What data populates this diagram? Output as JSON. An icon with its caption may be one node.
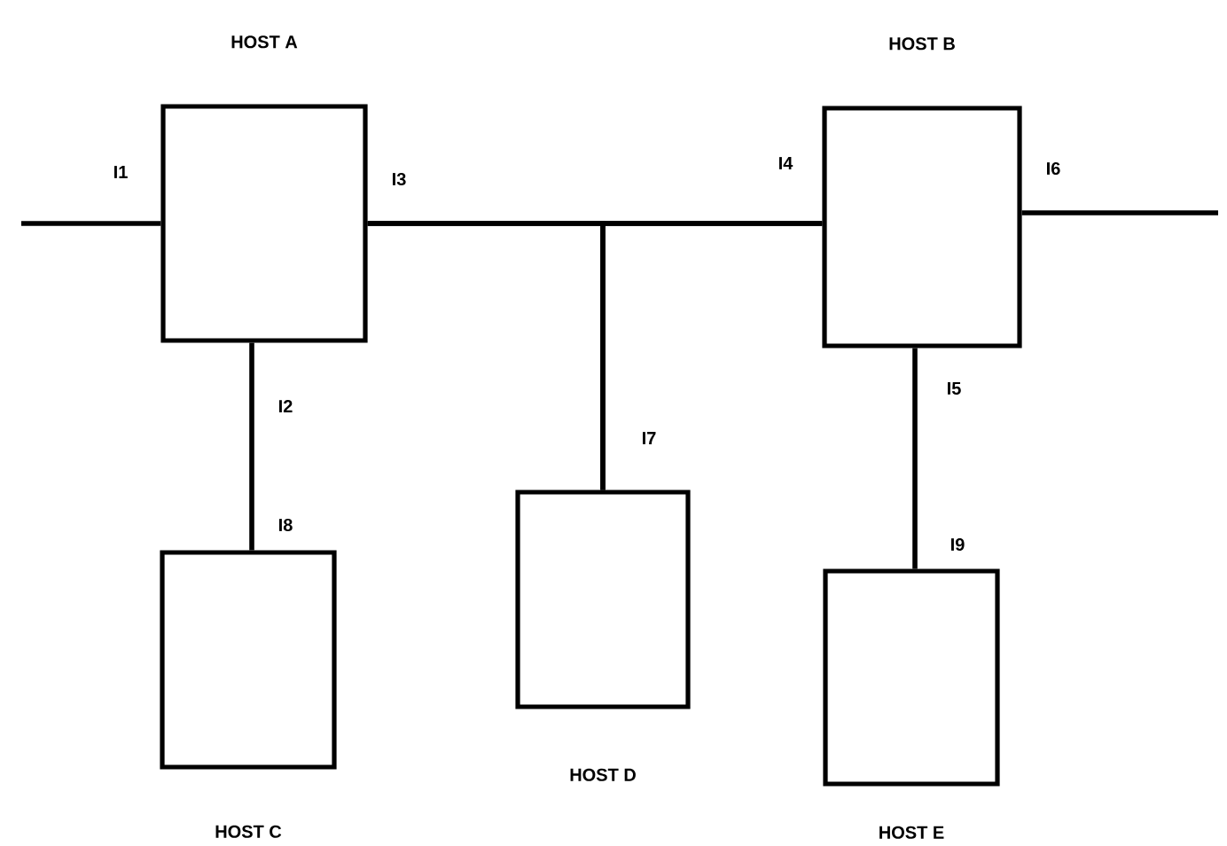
{
  "diagram": {
    "nodes": [
      {
        "text": [
          "HOST A"
        ]
      },
      {
        "text": [
          "HOST B"
        ]
      },
      {
        "text": [
          "HOST C"
        ]
      },
      {
        "text": [
          "HOST D"
        ]
      },
      {
        "text": [
          "HOST E"
        ]
      }
    ],
    "edges": [
      {
        "from": null,
        "to": 0,
        "arrow": "none"
      },
      {
        "from": 0,
        "to": 1,
        "arrow": "none"
      },
      {
        "from": 0,
        "to": 3,
        "arrow": "none"
      },
      {
        "from": 1,
        "to": 3,
        "arrow": "none"
      },
      {
        "from": 1,
        "to": null,
        "arrow": "none"
      },
      {
        "from": 0,
        "to": 2,
        "arrow": "none"
      },
      {
        "from": 1,
        "to": 4,
        "arrow": "none"
      }
    ],
    "labels": [
      "I1",
      "I3",
      "I4",
      "I6",
      "I2",
      "I7",
      "I5",
      "I8",
      "I9"
    ]
  }
}
